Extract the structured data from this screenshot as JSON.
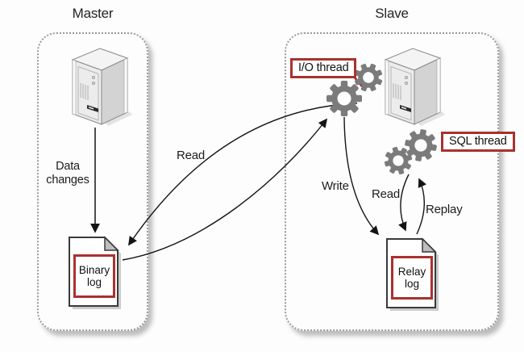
{
  "master": {
    "title": "Master",
    "data_changes": "Data changes",
    "binary_log": "Binary log"
  },
  "slave": {
    "title": "Slave",
    "io_thread": "I/O thread",
    "sql_thread": "SQL thread",
    "relay_log": "Relay log"
  },
  "labels": {
    "read_master": "Read",
    "write": "Write",
    "read_relay": "Read",
    "replay": "Replay"
  },
  "colors": {
    "accent_red": "#a83230",
    "gear_gray": "#7b7b7b",
    "text": "#1f1f1f",
    "dotted_border": "#9a9a9a"
  },
  "icons": {
    "server": "server-tower-icon",
    "gear": "gear-icon",
    "document": "log-document-icon"
  }
}
